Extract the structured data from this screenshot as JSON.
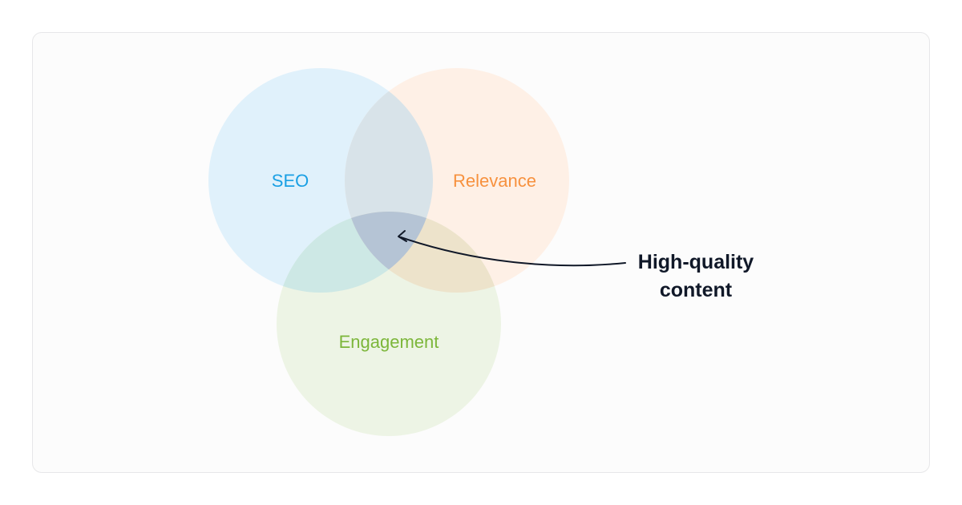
{
  "diagram": {
    "type": "venn",
    "sets": [
      {
        "label": "SEO",
        "fill": "#e0f1fb",
        "text_color": "#1aa0e4"
      },
      {
        "label": "Relevance",
        "fill": "#fef0e6",
        "text_color": "#f7913e"
      },
      {
        "label": "Engagement",
        "fill": "#edf4e5",
        "text_color": "#7cb63a"
      }
    ],
    "overlap_colors": {
      "seo_relevance": "#d8e3e9",
      "seo_engagement": "#cde8e5",
      "relevance_engagement": "#ede3cb",
      "all_three": "#b5c4d5"
    },
    "callout": {
      "line1": "High-quality",
      "line2": "content",
      "target": "center intersection"
    }
  }
}
